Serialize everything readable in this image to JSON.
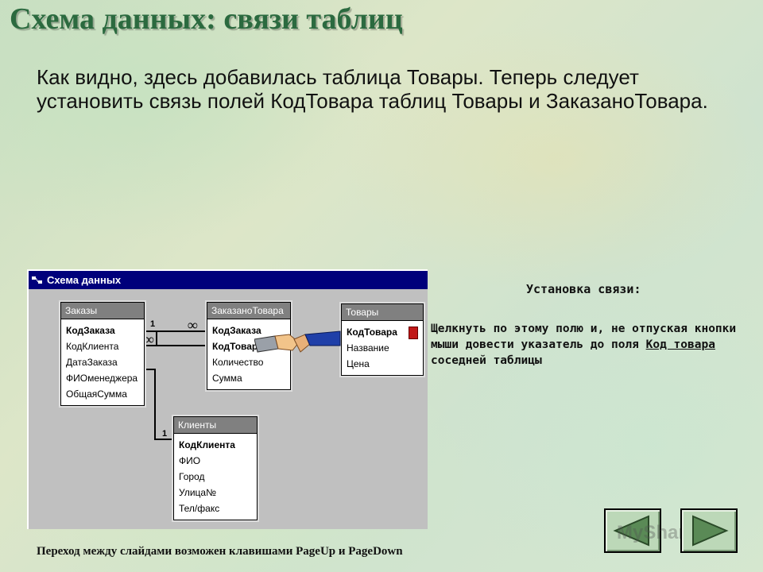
{
  "slide": {
    "title": "Схема данных: связи таблиц",
    "intro": "Как видно, здесь добавилась таблица Товары. Теперь следует установить связь полей КодТовара таблиц Товары и ЗаказаноТовара.",
    "footer": "Переход между слайдами возможен клавишами PageUp и PageDown",
    "watermark": "MyShared"
  },
  "window": {
    "title": "Схема данных"
  },
  "tables": {
    "orders": {
      "name": "Заказы",
      "fields": [
        "КодЗаказа",
        "КодКлиента",
        "ДатаЗаказа",
        "ФИОменеджера",
        "ОбщаяСумма"
      ]
    },
    "ordered": {
      "name": "ЗаказаноТовара",
      "fields": [
        "КодЗаказа",
        "КодТовара",
        "Количество",
        "Сумма"
      ]
    },
    "goods": {
      "name": "Товары",
      "fields": [
        "КодТовара",
        "Название",
        "Цена"
      ]
    },
    "clients": {
      "name": "Клиенты",
      "fields": [
        "КодКлиента",
        "ФИО",
        "Город",
        "Улица№",
        "Тел/факс"
      ]
    }
  },
  "relations": {
    "one_label": "1",
    "many_label": "∞"
  },
  "instruction": {
    "heading": "Установка связи:",
    "text_before": "Щелкнуть по этому полю и, не отпуская кнопки мыши довести указатель до поля ",
    "link": "Код товара",
    "text_after": " соседней таблицы"
  },
  "colors": {
    "title": "#2b6a3f",
    "window_titlebar": "#00007b",
    "table_header": "#808080",
    "nav_button": "#bcd8b8"
  },
  "icons": {
    "back": "arrow-left-icon",
    "forward": "arrow-right-icon",
    "cursor": "handshake-icon"
  }
}
